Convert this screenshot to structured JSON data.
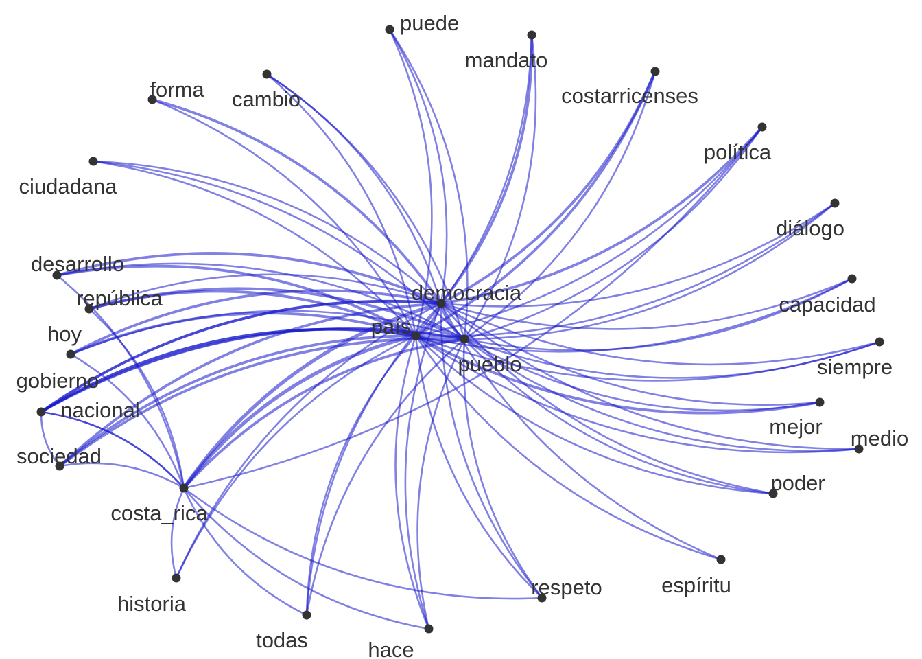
{
  "graph": {
    "title": "",
    "colors": {
      "edge": "#1a1acc",
      "node": "#333333",
      "label": "#333333",
      "background": "#ffffff"
    },
    "nodes": [
      {
        "id": "puede",
        "label": "puede"
      },
      {
        "id": "mandato",
        "label": "mandato"
      },
      {
        "id": "costarricenses",
        "label": "costarricenses"
      },
      {
        "id": "politica",
        "label": "política"
      },
      {
        "id": "dialogo",
        "label": "diálogo"
      },
      {
        "id": "capacidad",
        "label": "capacidad"
      },
      {
        "id": "siempre",
        "label": "siempre"
      },
      {
        "id": "mejor",
        "label": "mejor"
      },
      {
        "id": "medio",
        "label": "medio"
      },
      {
        "id": "poder",
        "label": "poder"
      },
      {
        "id": "espiritu",
        "label": "espíritu"
      },
      {
        "id": "respeto",
        "label": "respeto"
      },
      {
        "id": "hace",
        "label": "hace"
      },
      {
        "id": "todas",
        "label": "todas"
      },
      {
        "id": "historia",
        "label": "historia"
      },
      {
        "id": "costa_rica",
        "label": "costa_rica"
      },
      {
        "id": "sociedad",
        "label": "sociedad"
      },
      {
        "id": "nacional",
        "label": "nacional"
      },
      {
        "id": "gobierno",
        "label": "gobierno"
      },
      {
        "id": "hoy",
        "label": "hoy"
      },
      {
        "id": "republica",
        "label": "república"
      },
      {
        "id": "desarrollo",
        "label": "desarrollo"
      },
      {
        "id": "ciudadana",
        "label": "ciudadana"
      },
      {
        "id": "forma",
        "label": "forma"
      },
      {
        "id": "cambio",
        "label": "cambio"
      },
      {
        "id": "democracia",
        "label": "democracia"
      },
      {
        "id": "pais",
        "label": "país"
      },
      {
        "id": "pueblo",
        "label": "pueblo"
      }
    ],
    "edges": [
      {
        "source": "pais",
        "target": "puede",
        "weight": 2
      },
      {
        "source": "democracia",
        "target": "puede",
        "weight": 2
      },
      {
        "source": "pueblo",
        "target": "puede",
        "weight": 2
      },
      {
        "source": "pais",
        "target": "mandato",
        "weight": 2
      },
      {
        "source": "democracia",
        "target": "mandato",
        "weight": 3
      },
      {
        "source": "pueblo",
        "target": "mandato",
        "weight": 2
      },
      {
        "source": "pais",
        "target": "costarricenses",
        "weight": 3
      },
      {
        "source": "democracia",
        "target": "costarricenses",
        "weight": 3
      },
      {
        "source": "pueblo",
        "target": "costarricenses",
        "weight": 2
      },
      {
        "source": "pais",
        "target": "politica",
        "weight": 2
      },
      {
        "source": "democracia",
        "target": "politica",
        "weight": 3
      },
      {
        "source": "pueblo",
        "target": "politica",
        "weight": 2
      },
      {
        "source": "costa_rica",
        "target": "politica",
        "weight": 2
      },
      {
        "source": "pais",
        "target": "dialogo",
        "weight": 2
      },
      {
        "source": "democracia",
        "target": "dialogo",
        "weight": 2
      },
      {
        "source": "pueblo",
        "target": "dialogo",
        "weight": 2
      },
      {
        "source": "pais",
        "target": "capacidad",
        "weight": 2
      },
      {
        "source": "democracia",
        "target": "capacidad",
        "weight": 2
      },
      {
        "source": "pueblo",
        "target": "capacidad",
        "weight": 2
      },
      {
        "source": "pais",
        "target": "siempre",
        "weight": 2
      },
      {
        "source": "democracia",
        "target": "siempre",
        "weight": 2
      },
      {
        "source": "pueblo",
        "target": "siempre",
        "weight": 2
      },
      {
        "source": "pais",
        "target": "mejor",
        "weight": 3
      },
      {
        "source": "democracia",
        "target": "mejor",
        "weight": 2
      },
      {
        "source": "pueblo",
        "target": "mejor",
        "weight": 2
      },
      {
        "source": "pais",
        "target": "medio",
        "weight": 2
      },
      {
        "source": "democracia",
        "target": "medio",
        "weight": 2
      },
      {
        "source": "pueblo",
        "target": "medio",
        "weight": 2
      },
      {
        "source": "pais",
        "target": "poder",
        "weight": 2
      },
      {
        "source": "democracia",
        "target": "poder",
        "weight": 2
      },
      {
        "source": "pueblo",
        "target": "poder",
        "weight": 2
      },
      {
        "source": "pais",
        "target": "espiritu",
        "weight": 2
      },
      {
        "source": "democracia",
        "target": "espiritu",
        "weight": 2
      },
      {
        "source": "pais",
        "target": "respeto",
        "weight": 2
      },
      {
        "source": "democracia",
        "target": "respeto",
        "weight": 2
      },
      {
        "source": "pueblo",
        "target": "respeto",
        "weight": 2
      },
      {
        "source": "costa_rica",
        "target": "respeto",
        "weight": 2
      },
      {
        "source": "pais",
        "target": "hace",
        "weight": 2
      },
      {
        "source": "democracia",
        "target": "hace",
        "weight": 2
      },
      {
        "source": "pueblo",
        "target": "hace",
        "weight": 2
      },
      {
        "source": "costa_rica",
        "target": "hace",
        "weight": 2
      },
      {
        "source": "pais",
        "target": "todas",
        "weight": 2
      },
      {
        "source": "democracia",
        "target": "todas",
        "weight": 2
      },
      {
        "source": "pueblo",
        "target": "todas",
        "weight": 2
      },
      {
        "source": "costa_rica",
        "target": "todas",
        "weight": 2
      },
      {
        "source": "pais",
        "target": "historia",
        "weight": 2
      },
      {
        "source": "democracia",
        "target": "historia",
        "weight": 2
      },
      {
        "source": "costa_rica",
        "target": "historia",
        "weight": 2
      },
      {
        "source": "pais",
        "target": "costa_rica",
        "weight": 4
      },
      {
        "source": "democracia",
        "target": "costa_rica",
        "weight": 4
      },
      {
        "source": "pueblo",
        "target": "costa_rica",
        "weight": 3
      },
      {
        "source": "pais",
        "target": "sociedad",
        "weight": 3
      },
      {
        "source": "democracia",
        "target": "sociedad",
        "weight": 3
      },
      {
        "source": "pueblo",
        "target": "sociedad",
        "weight": 3
      },
      {
        "source": "costa_rica",
        "target": "sociedad",
        "weight": 2
      },
      {
        "source": "nacional",
        "target": "sociedad",
        "weight": 2
      },
      {
        "source": "pais",
        "target": "nacional",
        "weight": 3
      },
      {
        "source": "democracia",
        "target": "nacional",
        "weight": 3
      },
      {
        "source": "pueblo",
        "target": "nacional",
        "weight": 3
      },
      {
        "source": "costa_rica",
        "target": "nacional",
        "weight": 2
      },
      {
        "source": "pais",
        "target": "gobierno",
        "weight": 3
      },
      {
        "source": "democracia",
        "target": "gobierno",
        "weight": 3
      },
      {
        "source": "pueblo",
        "target": "gobierno",
        "weight": 2
      },
      {
        "source": "costa_rica",
        "target": "gobierno",
        "weight": 2
      },
      {
        "source": "pais",
        "target": "hoy",
        "weight": 3
      },
      {
        "source": "democracia",
        "target": "hoy",
        "weight": 3
      },
      {
        "source": "pueblo",
        "target": "hoy",
        "weight": 2
      },
      {
        "source": "costa_rica",
        "target": "hoy",
        "weight": 2
      },
      {
        "source": "pais",
        "target": "republica",
        "weight": 3
      },
      {
        "source": "democracia",
        "target": "republica",
        "weight": 2
      },
      {
        "source": "pueblo",
        "target": "republica",
        "weight": 3
      },
      {
        "source": "costa_rica",
        "target": "republica",
        "weight": 2
      },
      {
        "source": "pais",
        "target": "desarrollo",
        "weight": 3
      },
      {
        "source": "democracia",
        "target": "desarrollo",
        "weight": 3
      },
      {
        "source": "pueblo",
        "target": "desarrollo",
        "weight": 2
      },
      {
        "source": "costa_rica",
        "target": "desarrollo",
        "weight": 2
      },
      {
        "source": "pais",
        "target": "ciudadana",
        "weight": 2
      },
      {
        "source": "democracia",
        "target": "ciudadana",
        "weight": 2
      },
      {
        "source": "pueblo",
        "target": "ciudadana",
        "weight": 2
      },
      {
        "source": "pais",
        "target": "forma",
        "weight": 2
      },
      {
        "source": "democracia",
        "target": "forma",
        "weight": 3
      },
      {
        "source": "pais",
        "target": "cambio",
        "weight": 2
      },
      {
        "source": "democracia",
        "target": "cambio",
        "weight": 2
      },
      {
        "source": "pueblo",
        "target": "cambio",
        "weight": 2
      },
      {
        "source": "pais",
        "target": "democracia",
        "weight": 3
      },
      {
        "source": "pais",
        "target": "pueblo",
        "weight": 3
      },
      {
        "source": "democracia",
        "target": "pueblo",
        "weight": 3
      }
    ]
  }
}
